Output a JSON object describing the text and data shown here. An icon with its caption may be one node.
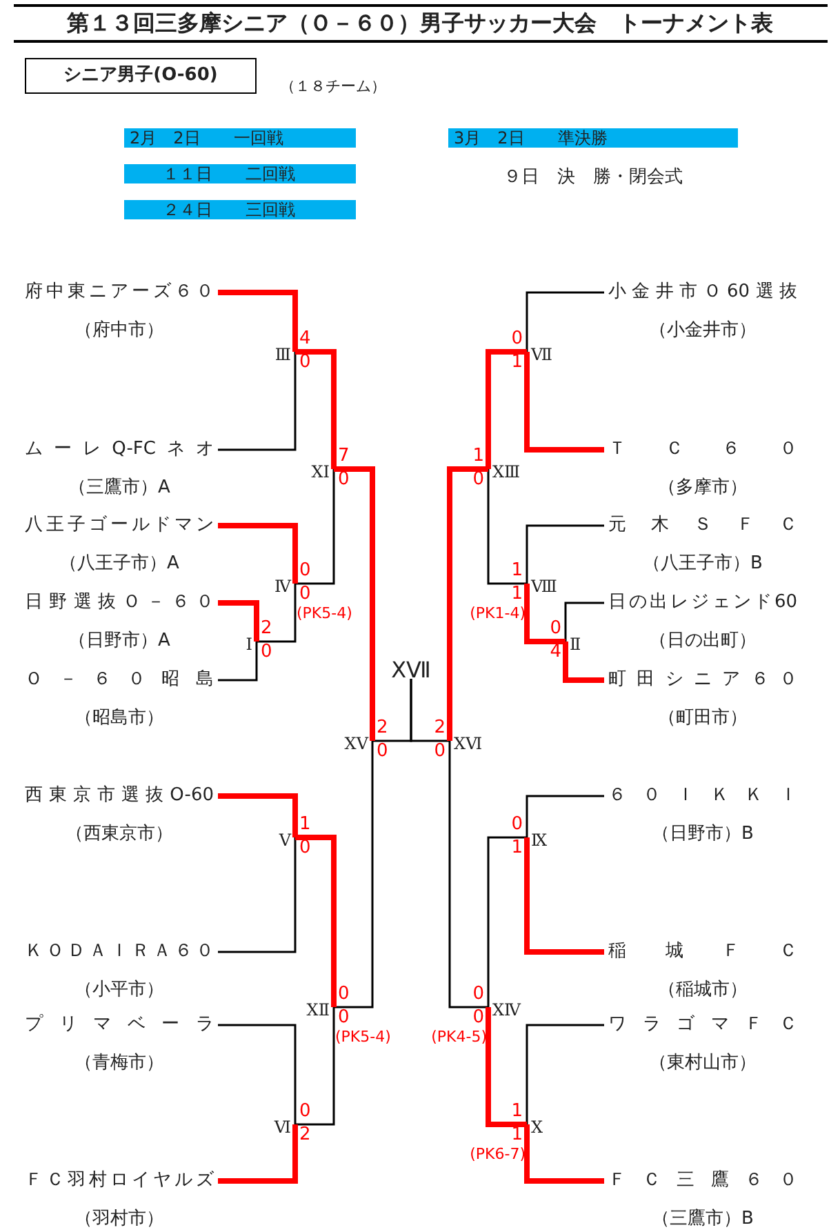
{
  "diagram": {
    "title": "第１３回三多摩シニア（Ｏ－６０）男子サッカー大会　トーナメント表",
    "nodes": [
      {
        "text": [
          "シニア男子(O-60)"
        ]
      },
      {
        "text": [
          "2月　2日　　一回戦"
        ]
      },
      {
        "text": [
          "3月　2日　　準決勝"
        ]
      },
      {
        "text": [
          "１１日　　二回戦"
        ]
      },
      {
        "text": [
          "２４日　　三回戦"
        ]
      },
      {
        "text": [
          "府中東ニアーズ６０",
          "（府中市）"
        ]
      },
      {
        "text": [
          "ムーレQ-FCネオ",
          "（三鷹市）A"
        ]
      },
      {
        "text": [
          "八王子ゴールドマン",
          "（八王子市）A"
        ]
      },
      {
        "text": [
          "日野選抜Ｏ－６０",
          "（日野市）A"
        ]
      },
      {
        "text": [
          "Ｏ－６０昭島",
          "（昭島市）"
        ]
      },
      {
        "text": [
          "西東京市選抜O-60",
          "（西東京市）"
        ]
      },
      {
        "text": [
          "ＫＯＤＡＩＲＡ６０",
          "（小平市）"
        ]
      },
      {
        "text": [
          "プリマベーラ",
          "（青梅市）"
        ]
      },
      {
        "text": [
          "ＦＣ羽村ロイヤルズ",
          "（羽村市）"
        ]
      },
      {
        "text": [
          "小金井市Ｏ60選抜",
          "（小金井市）"
        ]
      },
      {
        "text": [
          "ＴＣ６０",
          "（多摩市）"
        ]
      },
      {
        "text": [
          "元木ＳＦＣ",
          "（八王子市）B"
        ]
      },
      {
        "text": [
          "日の出レジェンド60",
          "（日の出町）"
        ]
      },
      {
        "text": [
          "町田シニア６０",
          "（町田市）"
        ]
      },
      {
        "text": [
          "６０ＩＫＫＩ",
          "（日野市）B"
        ]
      },
      {
        "text": [
          "稲城ＦＣ",
          "（稲城市）"
        ]
      },
      {
        "text": [
          "ワラゴマＦＣ",
          "（東村山市）"
        ]
      },
      {
        "text": [
          "ＦＣ三鷹６０",
          "（三鷹市）B"
        ]
      },
      {
        "text": [
          "Ⅲ"
        ],
        "beside": [
          "4",
          "0"
        ]
      },
      {
        "text": [
          "Ⅰ"
        ],
        "beside": [
          "2",
          "0"
        ]
      },
      {
        "text": [
          "Ⅳ"
        ],
        "beside": [
          "0",
          "0",
          "(PK5-4)"
        ]
      },
      {
        "text": [
          "XⅠ"
        ],
        "beside": [
          "7",
          "0"
        ]
      },
      {
        "text": [
          "Ⅴ"
        ],
        "beside": [
          "1",
          "0"
        ]
      },
      {
        "text": [
          "Ⅵ"
        ],
        "beside": [
          "0",
          "2"
        ]
      },
      {
        "text": [
          "XⅡ"
        ],
        "beside": [
          "0",
          "0",
          "(PK5-4)"
        ]
      },
      {
        "text": [
          "XⅤ"
        ],
        "beside": [
          "2",
          "0"
        ]
      },
      {
        "text": [
          "XⅦ"
        ]
      },
      {
        "text": [
          "Ⅶ"
        ],
        "beside": [
          "0",
          "1"
        ]
      },
      {
        "text": [
          "Ⅱ"
        ],
        "beside": [
          "0",
          "4"
        ]
      },
      {
        "text": [
          "Ⅷ"
        ],
        "beside": [
          "1",
          "1",
          "(PK1-4)"
        ]
      },
      {
        "text": [
          "XⅢ"
        ],
        "beside": [
          "1",
          "0"
        ]
      },
      {
        "text": [
          "Ⅸ"
        ],
        "beside": [
          "0",
          "1"
        ]
      },
      {
        "text": [
          "Ⅹ"
        ],
        "beside": [
          "1",
          "1",
          "(PK6-7)"
        ]
      },
      {
        "text": [
          "XⅣ"
        ],
        "beside": [
          "0",
          "0",
          "(PK4-5)"
        ]
      },
      {
        "text": [
          "XⅥ"
        ],
        "beside": [
          "2",
          "0"
        ]
      }
    ],
    "edges": [
      {
        "from": 5,
        "to": 23,
        "arrow": "none",
        "style": "thick",
        "color": "#ff0000"
      },
      {
        "from": 6,
        "to": 23,
        "arrow": "none"
      },
      {
        "from": 7,
        "to": 25,
        "arrow": "none",
        "style": "thick",
        "color": "#ff0000"
      },
      {
        "from": 8,
        "to": 24,
        "arrow": "none",
        "style": "thick",
        "color": "#ff0000"
      },
      {
        "from": 9,
        "to": 24,
        "arrow": "none"
      },
      {
        "from": 10,
        "to": 27,
        "arrow": "none",
        "style": "thick",
        "color": "#ff0000"
      },
      {
        "from": 11,
        "to": 27,
        "arrow": "none"
      },
      {
        "from": 12,
        "to": 28,
        "arrow": "none"
      },
      {
        "from": 13,
        "to": 28,
        "arrow": "none",
        "style": "thick",
        "color": "#ff0000"
      },
      {
        "from": 23,
        "to": 26,
        "arrow": "none",
        "style": "thick",
        "color": "#ff0000"
      },
      {
        "from": 24,
        "to": 25,
        "arrow": "none"
      },
      {
        "from": 25,
        "to": 26,
        "arrow": "none"
      },
      {
        "from": 27,
        "to": 29,
        "arrow": "none",
        "style": "thick",
        "color": "#ff0000"
      },
      {
        "from": 28,
        "to": 29,
        "arrow": "none"
      },
      {
        "from": 26,
        "to": 30,
        "arrow": "none",
        "style": "thick",
        "color": "#ff0000"
      },
      {
        "from": 29,
        "to": 30,
        "arrow": "none"
      },
      {
        "from": 30,
        "to": 31,
        "arrow": "none"
      },
      {
        "from": 39,
        "to": 31,
        "arrow": "none"
      },
      {
        "from": 14,
        "to": 32,
        "arrow": "none"
      },
      {
        "from": 15,
        "to": 32,
        "arrow": "none",
        "style": "thick",
        "color": "#ff0000"
      },
      {
        "from": 16,
        "to": 34,
        "arrow": "none"
      },
      {
        "from": 17,
        "to": 33,
        "arrow": "none"
      },
      {
        "from": 18,
        "to": 33,
        "arrow": "none",
        "style": "thick",
        "color": "#ff0000"
      },
      {
        "from": 33,
        "to": 34,
        "arrow": "none",
        "style": "thick",
        "color": "#ff0000"
      },
      {
        "from": 32,
        "to": 35,
        "arrow": "none",
        "style": "thick",
        "color": "#ff0000"
      },
      {
        "from": 34,
        "to": 35,
        "arrow": "none"
      },
      {
        "from": 19,
        "to": 36,
        "arrow": "none"
      },
      {
        "from": 20,
        "to": 36,
        "arrow": "none",
        "style": "thick",
        "color": "#ff0000"
      },
      {
        "from": 21,
        "to": 37,
        "arrow": "none"
      },
      {
        "from": 22,
        "to": 37,
        "arrow": "none",
        "style": "thick",
        "color": "#ff0000"
      },
      {
        "from": 36,
        "to": 38,
        "arrow": "none"
      },
      {
        "from": 37,
        "to": 38,
        "arrow": "none",
        "style": "thick",
        "color": "#ff0000"
      },
      {
        "from": 35,
        "to": 39,
        "arrow": "none",
        "style": "thick",
        "color": "#ff0000"
      },
      {
        "from": 38,
        "to": 39,
        "arrow": "none"
      }
    ],
    "labels": [
      "（１８チーム）",
      "９日　決　勝・閉会式"
    ]
  }
}
